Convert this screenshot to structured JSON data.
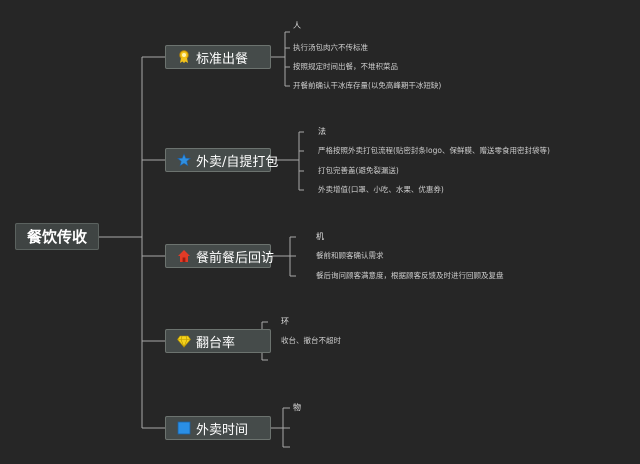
{
  "root": {
    "label": "餐饮传收"
  },
  "branches": [
    {
      "label": "标准出餐",
      "icon": "award-ribbon-icon",
      "items": [
        "人",
        "执行汤包肉六不传标准",
        "按照规定时间出餐，不堆积菜品",
        "开餐前确认干冰库存量(以免高峰期干冰短缺)"
      ]
    },
    {
      "label": "外卖/自提打包",
      "icon": "star-icon",
      "items": [
        "法",
        "严格按照外卖打包流程(贴密封条logo、保鲜膜、赠送零食用密封袋等)",
        "打包完善盖(避免裂漏送)",
        "外卖增值(口罩、小吃、水果、优惠券)"
      ]
    },
    {
      "label": "餐前餐后回访",
      "icon": "house-icon",
      "items": [
        "机",
        "餐前和顾客确认需求",
        "餐后询问顾客满意度，根据顾客反馈及时进行回顾及复盘"
      ]
    },
    {
      "label": "翻台率",
      "icon": "diamond-icon",
      "items": [
        "环",
        "收台、撤台不超时"
      ]
    },
    {
      "label": "外卖时间",
      "icon": "square-icon",
      "items": [
        "物",
        "",
        ""
      ]
    }
  ],
  "colors": {
    "background": "#262626",
    "line": "#a8a8a8",
    "node_fill": "#454b4a"
  }
}
